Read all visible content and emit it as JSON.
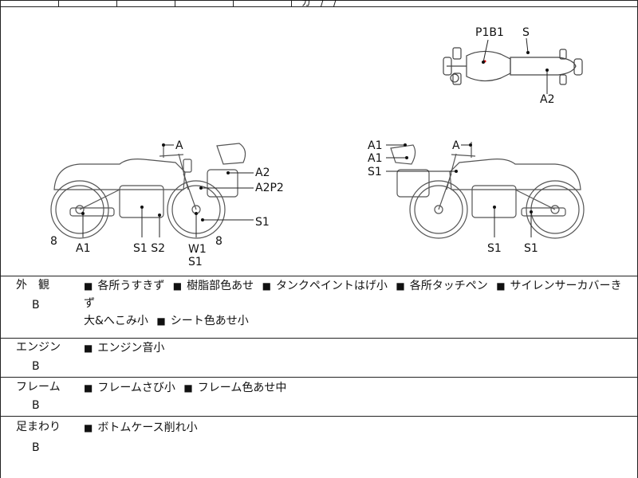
{
  "top_partial_text": "ガ゛/゛/゜",
  "diagram": {
    "labels": {
      "top_p1b1": "P1B1",
      "top_s": "S",
      "top_a2": "A2",
      "left_a": "A",
      "left_a2": "A2",
      "left_a2p2": "A2P2",
      "left_s1_rear": "S1",
      "left_8_left": "8",
      "left_a1": "A1",
      "left_s1s2": "S1 S2",
      "left_w1s1": "W1\nS1",
      "left_8_right": "8",
      "right_a1_top": "A1",
      "right_a": "A",
      "right_a1_mid": "A1",
      "right_s1_mid": "S1",
      "right_s1_bottom_left": "S1",
      "right_s1_bottom_right": "S1"
    }
  },
  "rows": [
    {
      "category": "外　観",
      "grade": "B",
      "items": [
        "各所うすきず",
        "樹脂部色あせ",
        "タンクペイントはげ小",
        "各所タッチペン",
        "サイレンサーカバーきず",
        "大&へこみ小",
        "シート色あせ小"
      ]
    },
    {
      "category": "エンジン",
      "grade": "B",
      "items": [
        "エンジン音小"
      ]
    },
    {
      "category": "フレーム",
      "grade": "B",
      "items": [
        "フレームさび小",
        "フレーム色あせ中"
      ]
    },
    {
      "category": "足まわり",
      "grade": "B",
      "items": [
        "ボトムケース削れ小"
      ]
    }
  ]
}
